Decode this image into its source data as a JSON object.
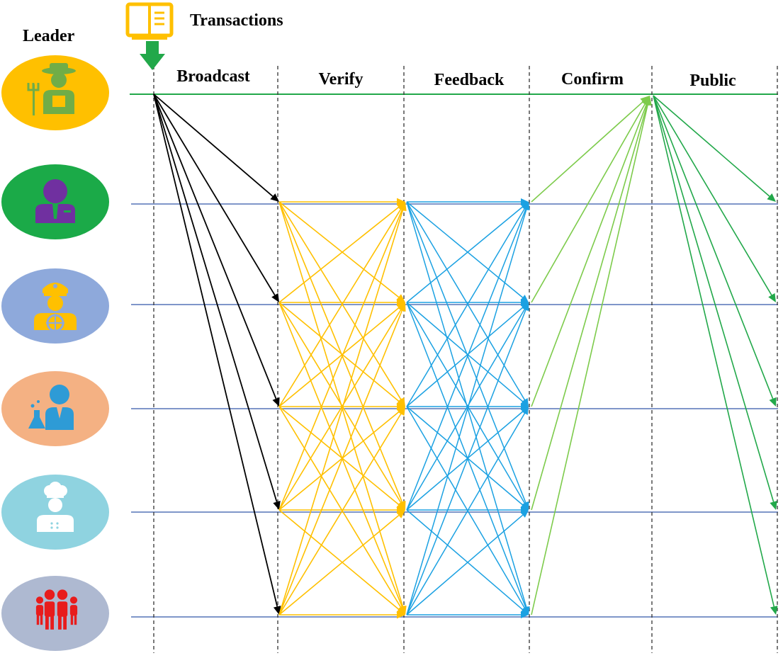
{
  "header": {
    "leader_label": "Leader",
    "transactions_label": "Transactions",
    "transactions_icon": "book-icon",
    "input_arrow_icon": "down-arrow-icon"
  },
  "stages": [
    {
      "label": "Broadcast"
    },
    {
      "label": "Verify"
    },
    {
      "label": "Feedback"
    },
    {
      "label": "Confirm"
    },
    {
      "label": "Public"
    }
  ],
  "participants": [
    {
      "role": "leader",
      "icon": "farmer-icon",
      "color": "#FFC000",
      "icon_color": "#70AD47"
    },
    {
      "role": "node",
      "icon": "businessman-icon",
      "color": "#1BAA48",
      "icon_color": "#7030A0"
    },
    {
      "role": "node",
      "icon": "captain-icon",
      "color": "#8EA9DB",
      "icon_color": "#FFC000"
    },
    {
      "role": "node",
      "icon": "scientist-icon",
      "color": "#F4B183",
      "icon_color": "#2E9BD6"
    },
    {
      "role": "node",
      "icon": "chef-icon",
      "color": "#8FD3E0",
      "icon_color": "#FFFFFF"
    },
    {
      "role": "node",
      "icon": "family-icon",
      "color": "#AEB9D1",
      "icon_color": "#E81C1C"
    }
  ],
  "colors": {
    "broadcast": "#000000",
    "verify": "#FFC000",
    "feedback": "#1BA1E2",
    "confirm": "#7DCB4B",
    "public": "#22A84A",
    "leader_line": "#22A84A",
    "node_line": "#7F96C9",
    "divider": "#333333"
  }
}
